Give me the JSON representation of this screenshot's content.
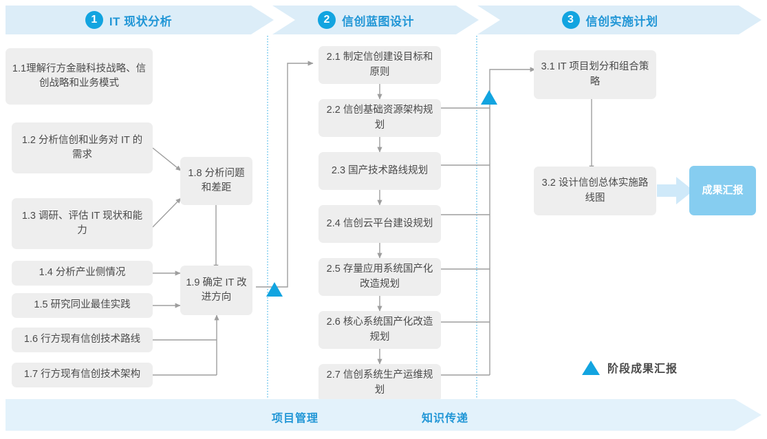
{
  "phases": [
    {
      "num": "1",
      "title": "IT 现状分析"
    },
    {
      "num": "2",
      "title": "信创蓝图设计"
    },
    {
      "num": "3",
      "title": "信创实施计划"
    }
  ],
  "boxes": {
    "b11": "1.1理解行方金融科技战略、信创战略和业务模式",
    "b12": "1.2 分析信创和业务对 IT 的需求",
    "b13": "1.3 调研、评估 IT 现状和能力",
    "b14": "1.4 分析产业侧情况",
    "b15": "1.5 研究同业最佳实践",
    "b16": "1.6 行方现有信创技术路线",
    "b17": "1.7 行方现有信创技术架构",
    "b18": "1.8 分析问题和差距",
    "b19": "1.9 确定 IT 改进方向",
    "b21": "2.1 制定信创建设目标和原则",
    "b22": "2.2 信创基础资源架构规划",
    "b23": "2.3 国产技术路线规划",
    "b24": "2.4 信创云平台建设规划",
    "b25": "2.5 存量应用系统国产化改造规划",
    "b26": "2.6 核心系统国产化改造规划",
    "b27": "2.7 信创系统生产运维规划",
    "b31": "3.1 IT 项目划分和组合策略",
    "b32": "3.2 设计信创总体实施路线图"
  },
  "result_badge": "成果汇报",
  "legend": {
    "label": "阶段成果汇报"
  },
  "footer": {
    "item1": "项目管理",
    "item2": "知识传递"
  },
  "colors": {
    "accent": "#12a4e0",
    "phase_bar_bg": "#dcedf8",
    "phase_title": "#2196d6",
    "box_bg": "#eeeeee",
    "box_text": "#4a4a4a",
    "badge_bg": "#86cdf0",
    "footer_bg": "#e3f2fb",
    "wire": "#9e9e9e",
    "divider": "#4cb8e8"
  }
}
